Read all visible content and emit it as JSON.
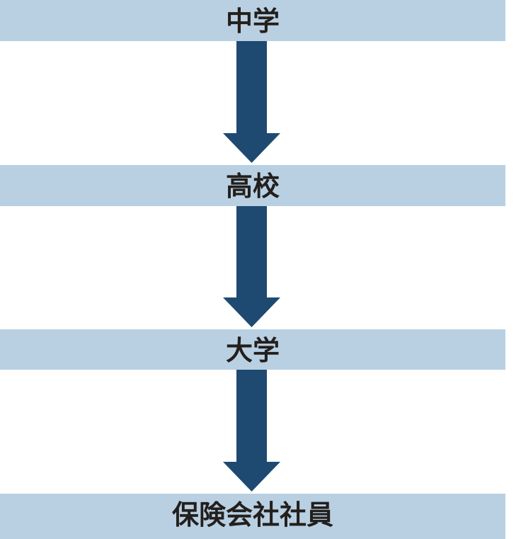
{
  "diagram": {
    "type": "flowchart-vertical",
    "orientation": "top-to-bottom",
    "title": "",
    "colors": {
      "node_fill": "#b9d0e3",
      "node_text": "#231f1c",
      "arrow_fill": "#1e4a72",
      "background": "#ffffff"
    },
    "nodes": [
      {
        "id": "node-1",
        "label": "中学",
        "shape": "rectangle"
      },
      {
        "id": "node-2",
        "label": "高校",
        "shape": "rectangle"
      },
      {
        "id": "node-3",
        "label": "大学",
        "shape": "rectangle"
      },
      {
        "id": "node-4",
        "label": "保険会社社員",
        "shape": "rectangle"
      }
    ],
    "connectors": [
      {
        "id": "arrow-1",
        "from": "node-1",
        "to": "node-2",
        "glyph": "down-arrow-icon"
      },
      {
        "id": "arrow-2",
        "from": "node-2",
        "to": "node-3",
        "glyph": "down-arrow-icon"
      },
      {
        "id": "arrow-3",
        "from": "node-3",
        "to": "node-4",
        "glyph": "down-arrow-icon"
      }
    ]
  }
}
